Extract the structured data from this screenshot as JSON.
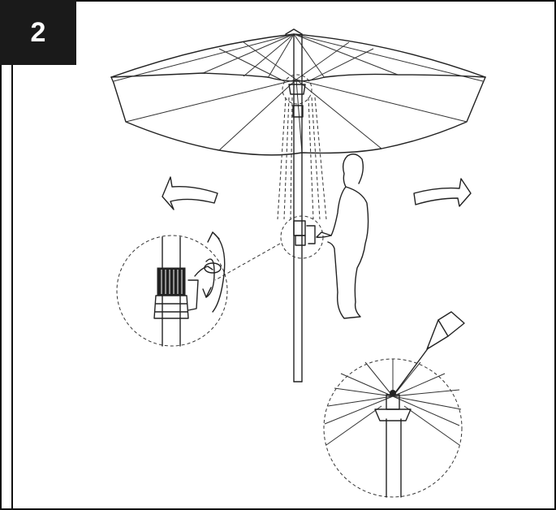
{
  "step": {
    "number": "2"
  },
  "colors": {
    "badge_bg": "#1a1a1a",
    "badge_text": "#ffffff",
    "line": "#222222",
    "frame": "#111111"
  },
  "icons": [
    "umbrella-canopy",
    "umbrella-pole",
    "person-silhouette",
    "rotate-arrow-left",
    "rotate-arrow-right",
    "hand-crank-detail",
    "hub-detail",
    "pointer-arrow"
  ]
}
